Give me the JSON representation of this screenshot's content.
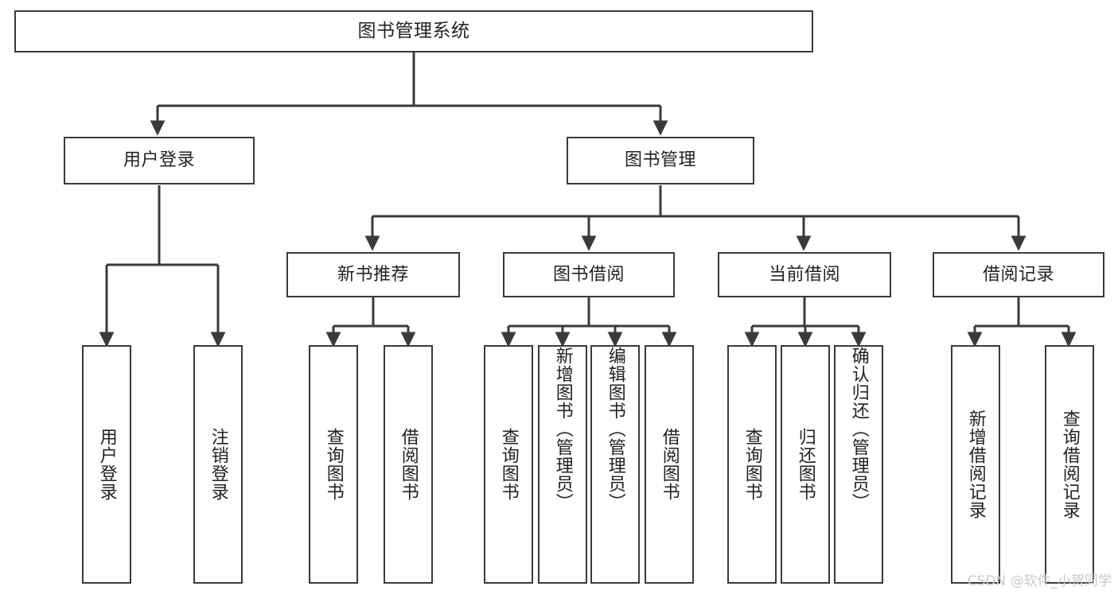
{
  "diagram": {
    "title": "图书管理系统",
    "type": "tree-hierarchy",
    "watermark": "CSDN @软件_小贺同学",
    "colors": {
      "stroke": "#3a3a3a",
      "fill": "#ffffff",
      "text": "#222222",
      "watermark": "#c9c9c9"
    },
    "nodes": {
      "root": {
        "label": "图书管理系统"
      },
      "level2": [
        {
          "id": "user-login",
          "label": "用户登录"
        },
        {
          "id": "book-manage",
          "label": "图书管理"
        }
      ],
      "level3": [
        {
          "id": "new-book-recommend",
          "label": "新书推荐"
        },
        {
          "id": "book-borrow",
          "label": "图书借阅"
        },
        {
          "id": "current-borrow",
          "label": "当前借阅"
        },
        {
          "id": "borrow-record",
          "label": "借阅记录"
        }
      ],
      "leaves": {
        "user_login": [
          {
            "id": "leaf-user-login",
            "label": "用户登录"
          },
          {
            "id": "leaf-logout",
            "label": "注销登录"
          }
        ],
        "new_book_recommend": [
          {
            "id": "leaf-query-book-1",
            "label": "查询图书"
          },
          {
            "id": "leaf-borrow-book-1",
            "label": "借阅图书"
          }
        ],
        "book_borrow": [
          {
            "id": "leaf-query-book-2",
            "label": "查询图书"
          },
          {
            "id": "leaf-add-book",
            "label": "新增图书（管理员）"
          },
          {
            "id": "leaf-edit-book",
            "label": "编辑图书（管理员）"
          },
          {
            "id": "leaf-borrow-book-2",
            "label": "借阅图书"
          }
        ],
        "current_borrow": [
          {
            "id": "leaf-query-book-3",
            "label": "查询图书"
          },
          {
            "id": "leaf-return-book",
            "label": "归还图书"
          },
          {
            "id": "leaf-confirm-return",
            "label": "确认归还（管理员）"
          }
        ],
        "borrow_record": [
          {
            "id": "leaf-add-record",
            "label": "新增借阅记录"
          },
          {
            "id": "leaf-query-record",
            "label": "查询借阅记录"
          }
        ]
      }
    }
  }
}
